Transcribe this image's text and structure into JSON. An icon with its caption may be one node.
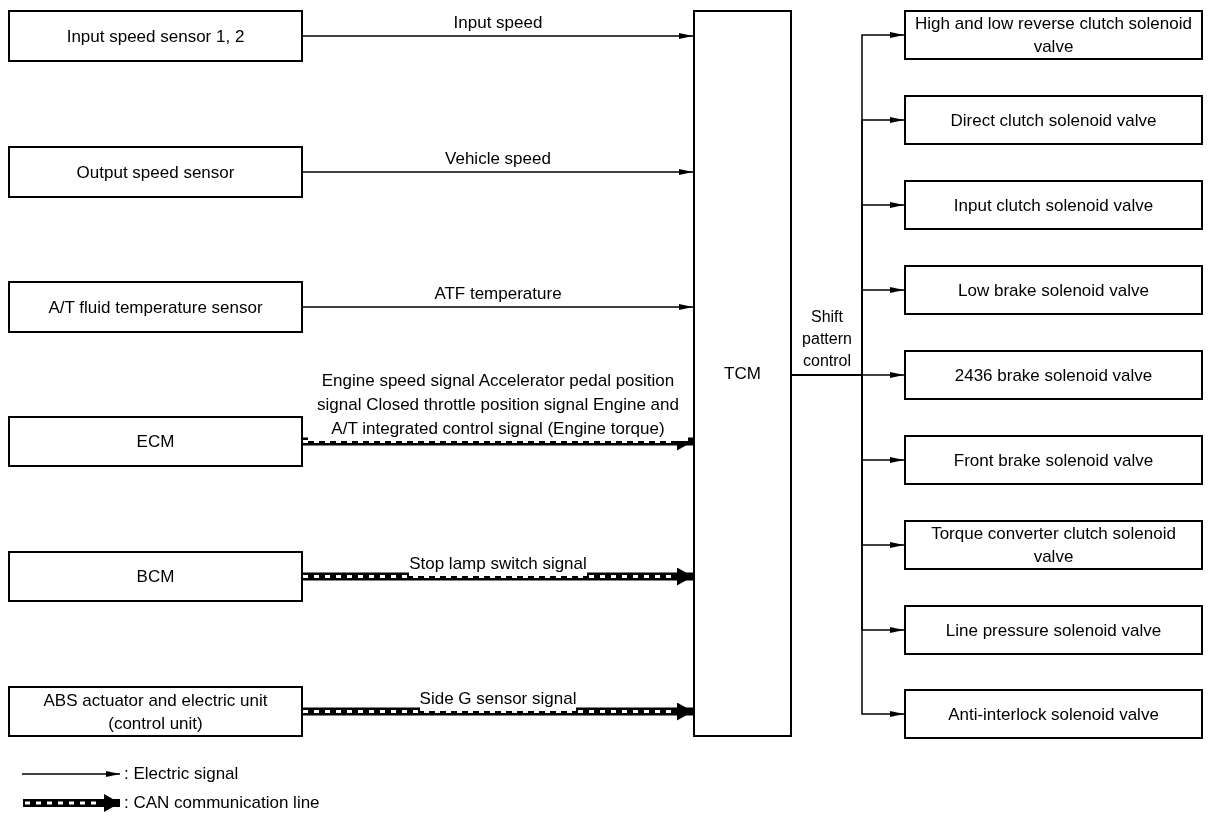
{
  "diagram": {
    "nodes": [
      {
        "text": [
          "Input speed sensor 1, 2"
        ]
      },
      {
        "text": [
          "Output speed sensor"
        ]
      },
      {
        "text": [
          "A/T fluid temperature sensor"
        ]
      },
      {
        "text": [
          "ECM"
        ]
      },
      {
        "text": [
          "BCM"
        ]
      },
      {
        "text": [
          "ABS actuator and electric unit (control unit)"
        ]
      },
      {
        "text": [
          "TCM"
        ]
      },
      {
        "text": [
          "High and low reverse clutch solenoid valve"
        ]
      },
      {
        "text": [
          "Direct clutch solenoid valve"
        ]
      },
      {
        "text": [
          "Input clutch solenoid valve"
        ]
      },
      {
        "text": [
          "Low brake solenoid valve"
        ]
      },
      {
        "text": [
          "2436 brake solenoid valve"
        ]
      },
      {
        "text": [
          "Front brake solenoid valve"
        ]
      },
      {
        "text": [
          "Torque converter clutch solenoid valve"
        ]
      },
      {
        "text": [
          "Line pressure solenoid valve"
        ]
      },
      {
        "text": [
          "Anti-interlock solenoid valve"
        ]
      }
    ],
    "edges": [
      {
        "from": 0,
        "to": 6,
        "arrow": "to",
        "label": "Input speed"
      },
      {
        "from": 1,
        "to": 6,
        "arrow": "to",
        "label": "Vehicle speed"
      },
      {
        "from": 2,
        "to": 6,
        "arrow": "to",
        "label": "ATF temperature"
      },
      {
        "from": 3,
        "to": 6,
        "arrow": "to",
        "style": "thick",
        "label": "Engine speed signal Accelerator pedal position signal Closed throttle position signal Engine and A/T integrated control signal (Engine torque)"
      },
      {
        "from": 4,
        "to": 6,
        "arrow": "to",
        "style": "thick",
        "label": "Stop lamp switch signal"
      },
      {
        "from": 5,
        "to": 6,
        "arrow": "to",
        "style": "thick",
        "label": "Side G sensor signal"
      },
      {
        "from": 6,
        "to": 7,
        "arrow": "to"
      },
      {
        "from": 6,
        "to": 8,
        "arrow": "to"
      },
      {
        "from": 6,
        "to": 9,
        "arrow": "to"
      },
      {
        "from": 6,
        "to": 10,
        "arrow": "to"
      },
      {
        "from": 6,
        "to": 11,
        "arrow": "to",
        "label": "Shift pattern control"
      },
      {
        "from": 6,
        "to": 12,
        "arrow": "to"
      },
      {
        "from": 6,
        "to": 13,
        "arrow": "to"
      },
      {
        "from": 6,
        "to": 14,
        "arrow": "to"
      },
      {
        "from": 6,
        "to": 15,
        "arrow": "to"
      }
    ],
    "legend": [
      {
        "text": ": Electric signal"
      },
      {
        "text": ": CAN communication line"
      }
    ]
  }
}
